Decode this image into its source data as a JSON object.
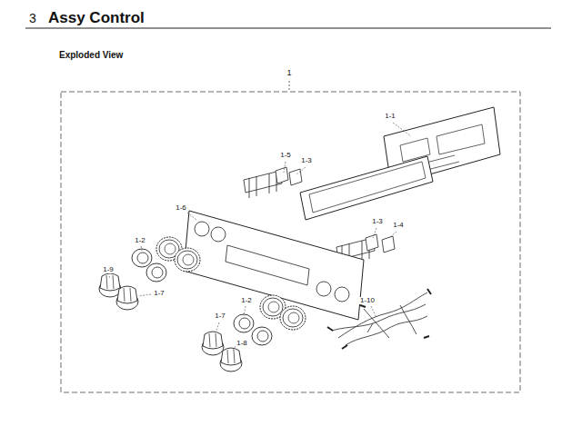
{
  "diagram": {
    "title": "Assy Control",
    "labels": [
      "3",
      "Exploded View",
      "1",
      "1-1",
      "1-5",
      "1-3",
      "1-6",
      "1-3",
      "1-4",
      "1-2",
      "1-9",
      "1-7",
      "1-2",
      "1-7",
      "1-10",
      "1-8"
    ]
  }
}
